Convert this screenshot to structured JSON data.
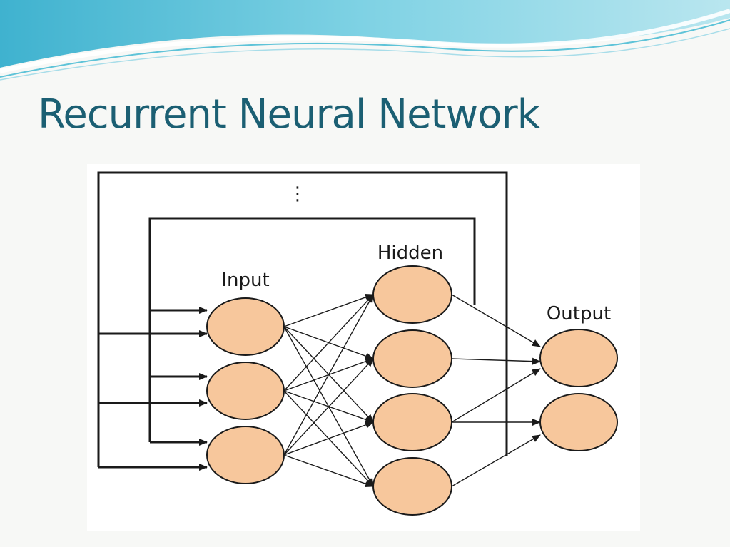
{
  "slide": {
    "title": "Recurrent Neural Network"
  },
  "diagram": {
    "layers": [
      {
        "label": "Input",
        "node_count": 3
      },
      {
        "label": "Hidden",
        "node_count": 4
      },
      {
        "label": "Output",
        "node_count": 2
      }
    ],
    "continuation_marker": "⋮",
    "colors": {
      "node_fill": "#f7c79c",
      "stroke": "#1a1a1a",
      "title": "#1b5f73",
      "banner": "#5ec3d8"
    }
  }
}
